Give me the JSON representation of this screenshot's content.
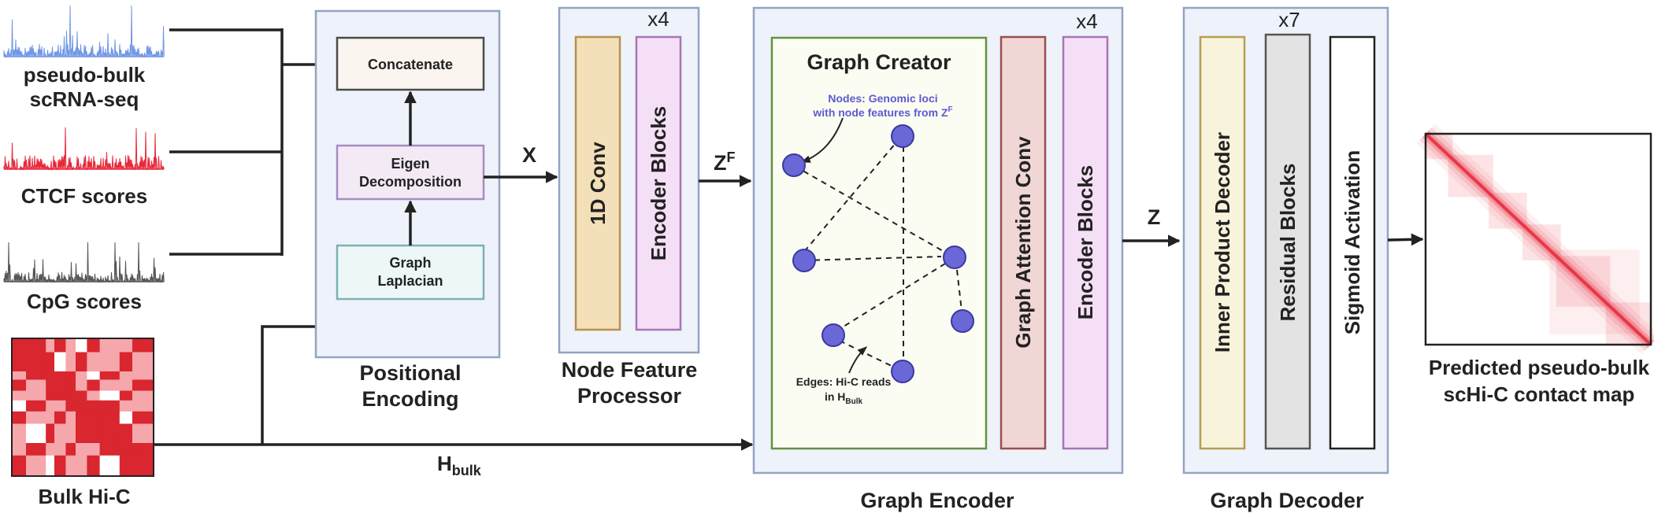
{
  "inputs": {
    "rna_label_1": "pseudo-bulk",
    "rna_label_2": "scRNA-seq",
    "ctcf_label": "CTCF scores",
    "cpg_label": "CpG scores",
    "hic_label": "Bulk Hi-C",
    "rna_color": "#7096e6",
    "ctcf_color": "#e8283a",
    "cpg_color": "#555555",
    "hic_dark": "#d9262f",
    "hic_light": "#f5a7ab"
  },
  "positional_encoding": {
    "title_1": "Positional",
    "title_2": "Encoding",
    "concatenate": "Concatenate",
    "eigen_1": "Eigen",
    "eigen_2": "Decomposition",
    "graph_laplacian_1": "Graph",
    "graph_laplacian_2": "Laplacian"
  },
  "node_feature_processor": {
    "title_1": "Node Feature",
    "title_2": "Processor",
    "repeat": "x4",
    "conv": "1D Conv",
    "encoder": "Encoder Blocks"
  },
  "graph_encoder": {
    "title": "Graph Encoder",
    "repeat": "x4",
    "creator_title": "Graph Creator",
    "nodes_note_1": "Nodes: Genomic loci",
    "nodes_note_2": "with node features from Z",
    "nodes_note_sup": "F",
    "edges_note_1": "Edges: Hi-C reads",
    "edges_note_2": "in H",
    "edges_note_sub": "Bulk",
    "attention": "Graph Attention Conv",
    "encoder": "Encoder Blocks"
  },
  "graph_decoder": {
    "title": "Graph Decoder",
    "repeat": "x7",
    "inner": "Inner Product Decoder",
    "residual": "Residual Blocks",
    "sigmoid": "Sigmoid Activation"
  },
  "signals": {
    "x": "X",
    "zf": "Z",
    "zf_sup": "F",
    "z": "Z",
    "hbulk": "H",
    "hbulk_sub": "bulk"
  },
  "output": {
    "label_1": "Predicted pseudo-bulk",
    "label_2": "scHi-C contact map",
    "color": "#e8283a"
  }
}
